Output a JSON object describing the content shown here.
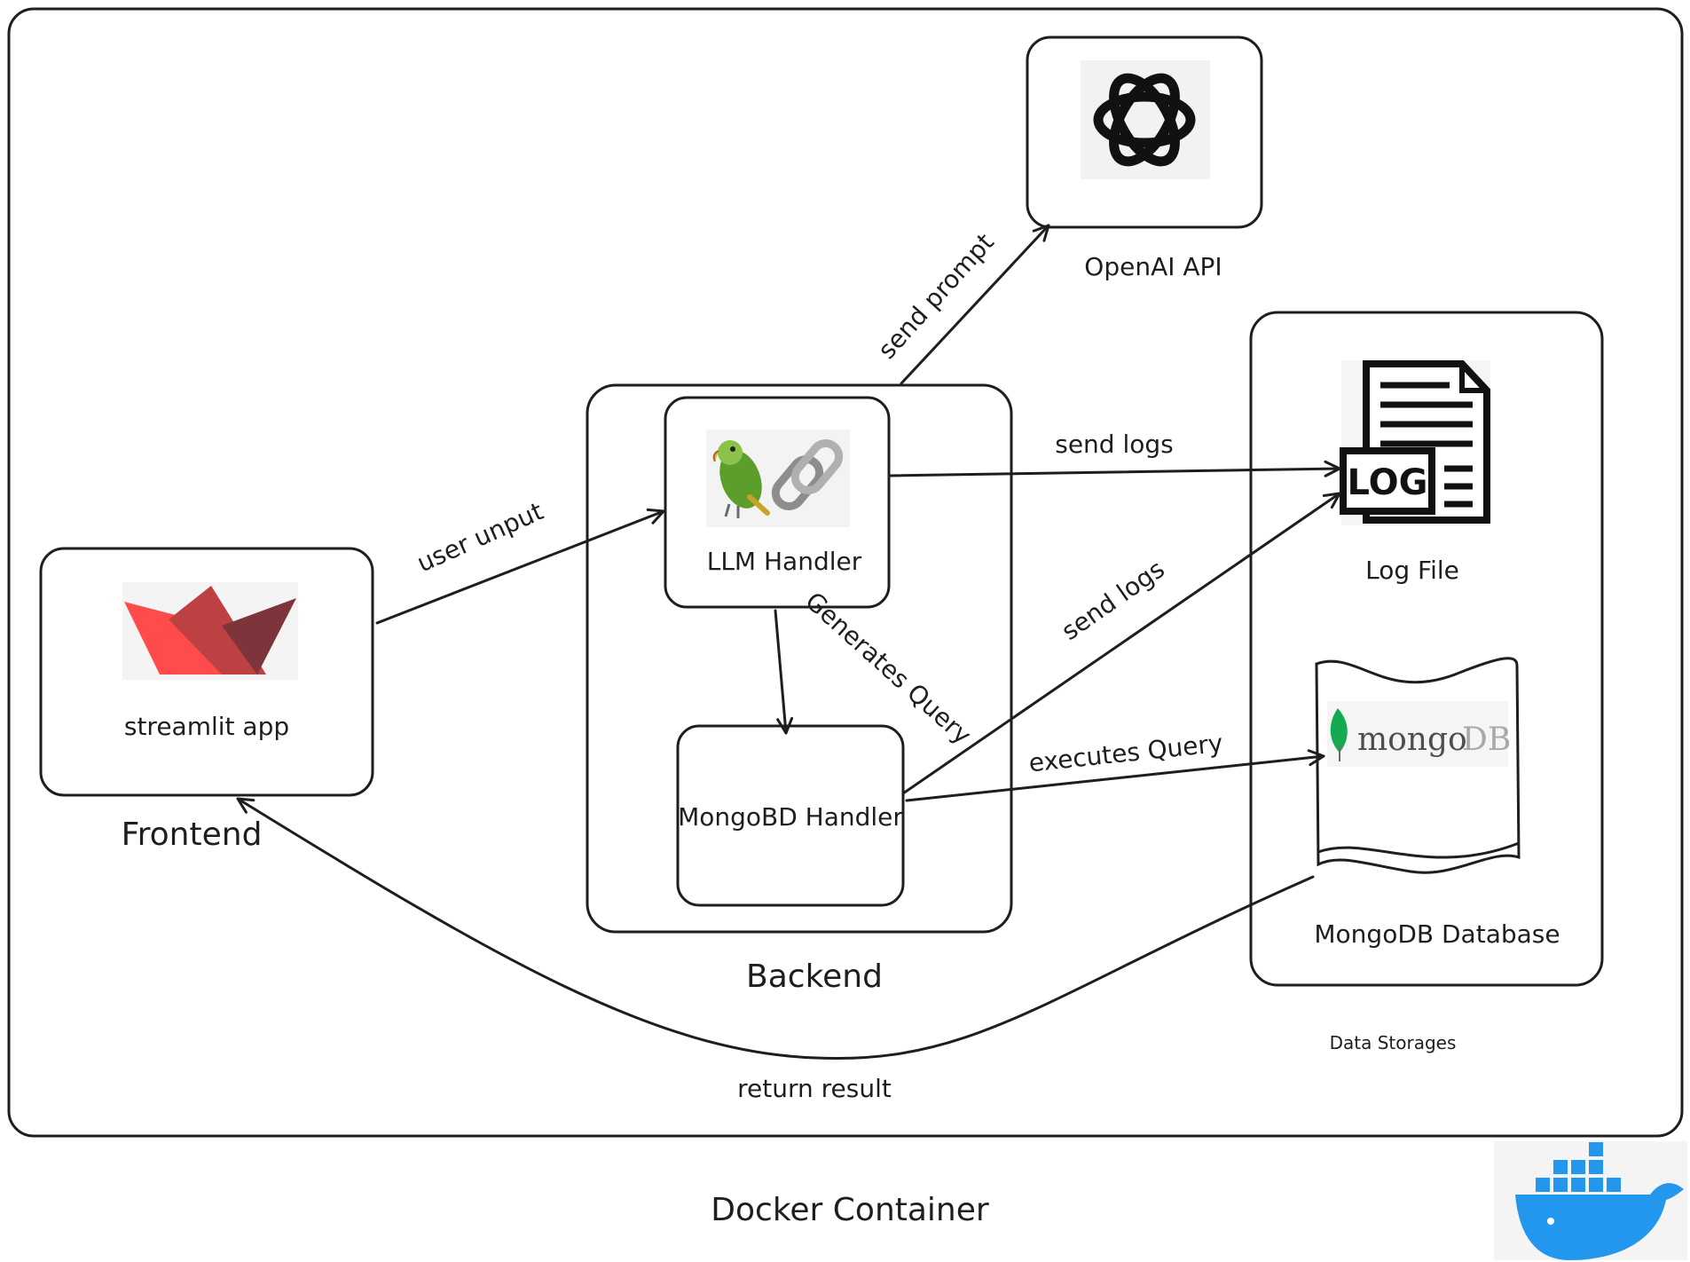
{
  "colors": {
    "stroke": "#1e1e1e",
    "streamlit_red": "#ff4b4b",
    "streamlit_dark": "#7d353b",
    "streamlit_mid": "#bd4043",
    "mongo_green": "#13aa52",
    "mongo_grey": "#a6a8aa",
    "docker_blue": "#2396ed"
  },
  "nodes": {
    "openai": {
      "label": "OpenAI API",
      "icon": "openai-logo-icon"
    },
    "llm": {
      "label": "LLM Handler",
      "icon": "langchain-parrot-link-icon"
    },
    "mongo_handler": {
      "label": "MongoBD Handler"
    },
    "frontend_app": {
      "label": "streamlit app",
      "icon": "streamlit-logo-icon"
    },
    "log_file": {
      "label": "Log File",
      "icon": "log-file-icon",
      "icon_text": "LOG"
    },
    "mongo_db": {
      "label": "MongoDB Database",
      "icon": "mongodb-logo-icon",
      "logo_word1": "mongo",
      "logo_word2": "DB"
    }
  },
  "groups": {
    "frontend": "Frontend",
    "backend": "Backend",
    "data_storages": "Data Storages",
    "docker": "Docker Container",
    "docker_icon": "docker-whale-icon"
  },
  "edges": {
    "user_input": "user unput",
    "send_prompt": "send prompt",
    "send_logs_llm": "send logs",
    "generates_query": "Generates Query",
    "send_logs_mongo": "send logs",
    "executes_query": "executes Query",
    "return_result": "return result"
  }
}
